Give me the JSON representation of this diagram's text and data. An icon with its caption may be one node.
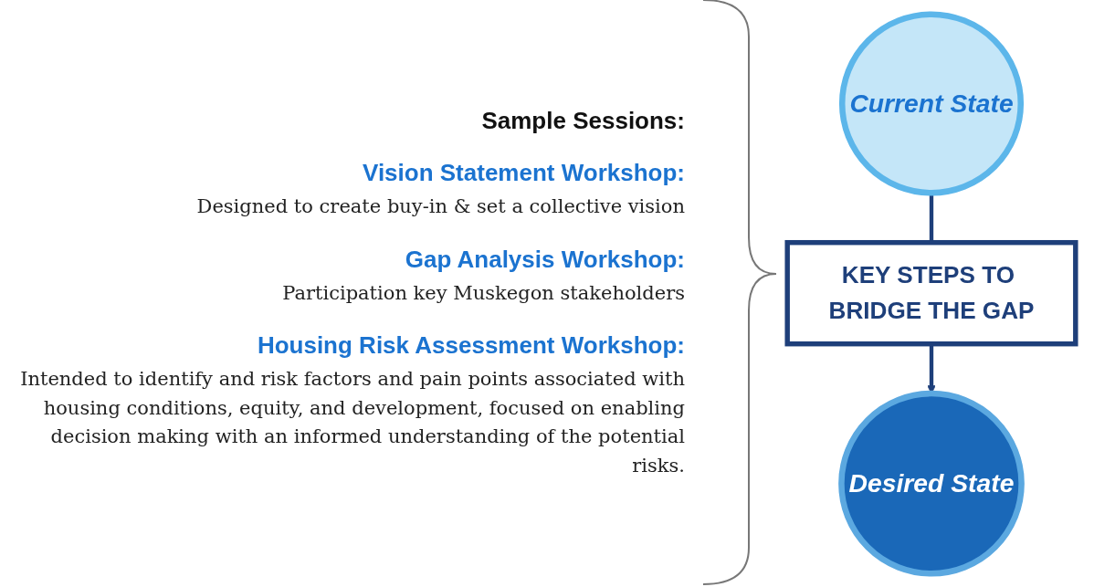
{
  "diagram": {
    "nodes": [
      {
        "text": [
          "Current State"
        ]
      },
      {
        "text": [
          "KEY STEPS TO BRIDGE THE GAP"
        ]
      },
      {
        "text": [
          "Desired State"
        ]
      }
    ],
    "edges": [
      {
        "from": 0,
        "to": 1,
        "arrow": "none"
      },
      {
        "from": 1,
        "to": 2,
        "arrow": "to"
      }
    ],
    "labels": [
      "Sample Sessions:",
      "Vision Statement Workshop:",
      "Designed to create buy-in & set a collective vision",
      "Gap Analysis Workshop:",
      "Participation key Muskegon stakeholders",
      "Housing Risk Assessment Workshop:",
      "Intended to identify and risk factors and pain points associated with housing conditions, equity, and development, focused on enabling decision making with an informed understanding of the potential risks."
    ]
  }
}
